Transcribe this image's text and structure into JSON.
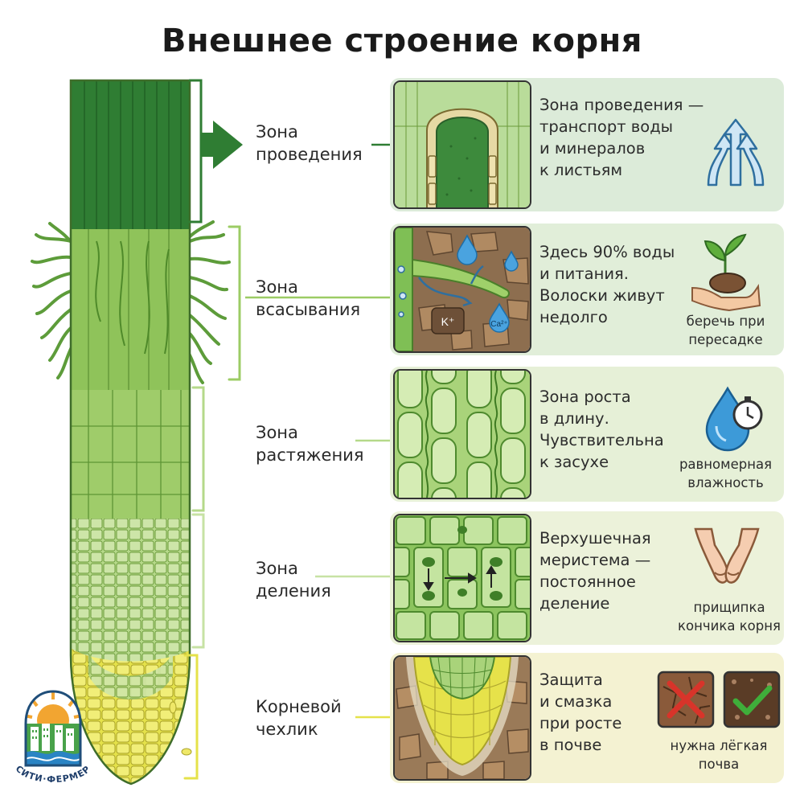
{
  "title": "Внешнее строение корня",
  "zones": [
    {
      "id": "conduction",
      "label_lines": [
        "Зона",
        "проведения"
      ],
      "desc_lines": [
        "Зона проведения —",
        "транспорт воды",
        "и минералов",
        "к листьям"
      ],
      "tip_lines": [],
      "icon": "up-arrows-icon",
      "bg": "#dcebd9"
    },
    {
      "id": "absorption",
      "label_lines": [
        "Зона",
        "всасывания"
      ],
      "desc_lines": [
        "Здесь 90% воды",
        "и питания.",
        "Волоски живут",
        "недолго"
      ],
      "tip_lines": [
        "беречь при",
        "пересадке"
      ],
      "icon": "seedling-in-hand-icon",
      "bg": "#e1eed9",
      "ions": [
        "K⁺",
        "Ca²⁺"
      ]
    },
    {
      "id": "elongation",
      "label_lines": [
        "Зона",
        "растяжения"
      ],
      "desc_lines": [
        "Зона роста",
        "в длину.",
        "Чувствительна",
        "к засухе"
      ],
      "tip_lines": [
        "равномерная",
        "влажность"
      ],
      "icon": "water-drop-timer-icon",
      "bg": "#e6f0d7"
    },
    {
      "id": "division",
      "label_lines": [
        "Зона",
        "деления"
      ],
      "desc_lines": [
        "Верхушечная",
        "меристема —",
        "постоянное",
        "деление"
      ],
      "tip_lines": [
        "прищипка",
        "кончика корня"
      ],
      "icon": "pinching-fingers-icon",
      "bg": "#ecf2da"
    },
    {
      "id": "rootcap",
      "label_lines": [
        "Корневой",
        "чехлик"
      ],
      "desc_lines": [
        "Защита",
        "и смазка",
        "при росте",
        "в почве"
      ],
      "tip_lines": [
        "нужна лёгкая",
        "почва"
      ],
      "icon": "soil-compare-icon",
      "bg": "#f4f2d2"
    }
  ],
  "logo": {
    "text": "СИТИ·ФЕРМЕР"
  },
  "colors": {
    "dark_green": "#2e7d32",
    "mid_green": "#6fae4a",
    "light_green": "#9ccc65",
    "pale_green": "#c5e1a5",
    "cap_yellow": "#e6e34f",
    "blue": "#4aa3df",
    "soil": "#8d6e4f"
  }
}
